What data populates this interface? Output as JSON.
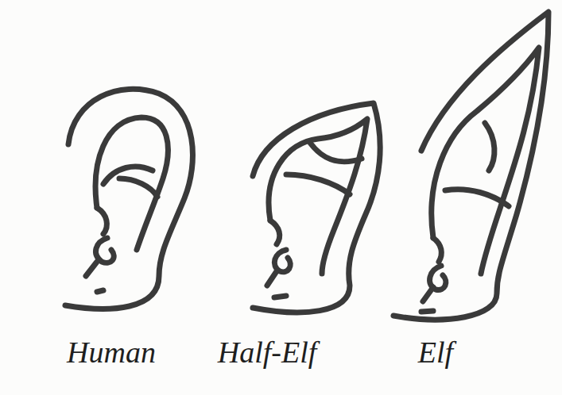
{
  "diagram": {
    "labels": [
      "Human",
      "Half-Elf",
      "Elf"
    ]
  }
}
